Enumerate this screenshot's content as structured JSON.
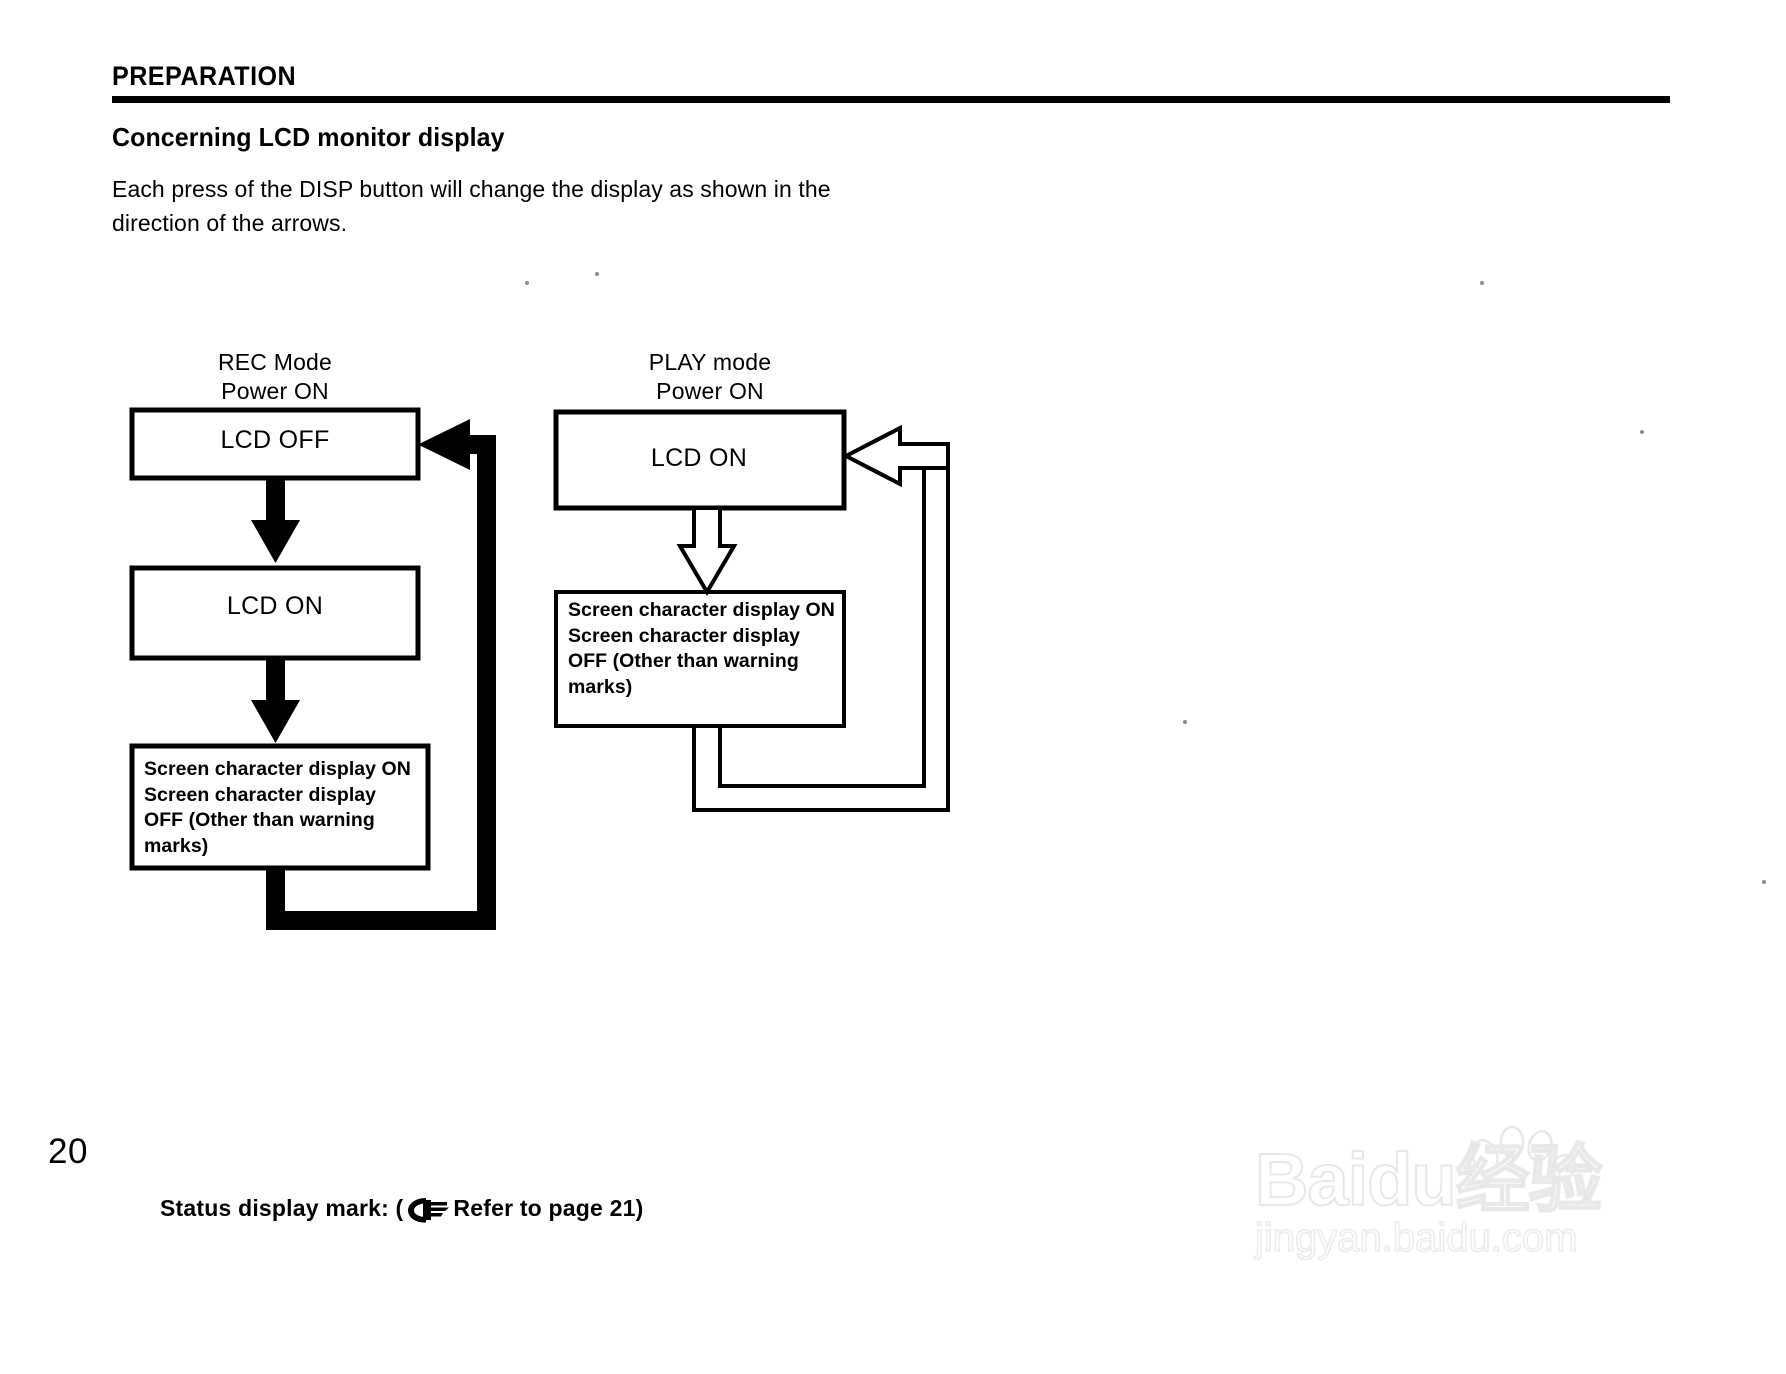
{
  "page": {
    "section_title": "PREPARATION",
    "subsection_title": "Concerning LCD monitor display",
    "intro_text": "Each press of the DISP button will change the display as shown in the direction of the arrows.",
    "page_number": "20"
  },
  "diagram": {
    "columns": [
      {
        "id": "rec",
        "header_line1": "REC Mode",
        "header_line2": "Power ON",
        "arrow_style": "solid",
        "boxes": [
          {
            "id": "rec-box-1",
            "text": "LCD OFF"
          },
          {
            "id": "rec-box-2",
            "text": "LCD ON"
          },
          {
            "id": "rec-box-3",
            "lines": [
              "Screen character display ON",
              "Screen character display",
              "OFF (Other than warning",
              "marks)"
            ]
          }
        ]
      },
      {
        "id": "play",
        "header_line1": "PLAY mode",
        "header_line2": "Power ON",
        "arrow_style": "outline",
        "boxes": [
          {
            "id": "play-box-1",
            "text": "LCD ON"
          },
          {
            "id": "play-box-2",
            "lines": [
              "Screen character display ON",
              "Screen character display",
              "OFF (Other than warning",
              "marks)"
            ]
          }
        ]
      }
    ]
  },
  "status_note": {
    "prefix": "Status display mark: (",
    "icon": "pointing-hand-icon",
    "suffix": "Refer to page 21)"
  },
  "watermark": {
    "main": "Baidu",
    "cjk": "经验",
    "sub": "jingyan.baidu.com"
  },
  "colors": {
    "ink": "#000000",
    "paper": "#ffffff",
    "watermark": "#e8e8e8"
  }
}
